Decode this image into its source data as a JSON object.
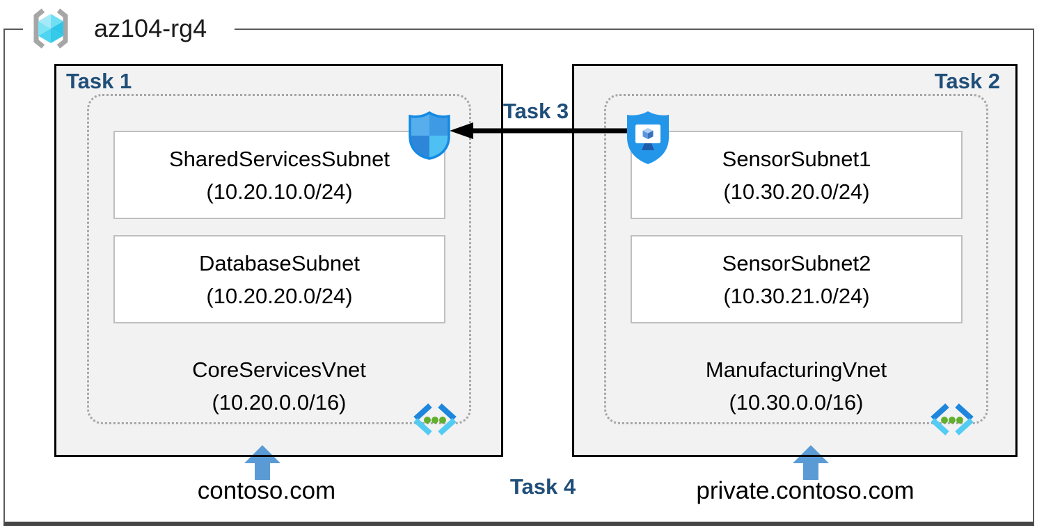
{
  "resource_group": {
    "name": "az104-rg4"
  },
  "vnets": [
    {
      "task_label": "Task 1",
      "name": "CoreServicesVnet",
      "cidr": "(10.20.0.0/16)",
      "dns_label": "contoso.com",
      "subnets": [
        {
          "name": "SharedServicesSubnet",
          "cidr": "(10.20.10.0/24)"
        },
        {
          "name": "DatabaseSubnet",
          "cidr": "(10.20.20.0/24)"
        }
      ]
    },
    {
      "task_label": "Task 2",
      "name": "ManufacturingVnet",
      "cidr": "(10.30.0.0/16)",
      "dns_label": "private.contoso.com",
      "subnets": [
        {
          "name": "SensorSubnet1",
          "cidr": "(10.30.20.0/24)"
        },
        {
          "name": "SensorSubnet2",
          "cidr": "(10.30.21.0/24)"
        }
      ]
    }
  ],
  "connection": {
    "label": "Task 3"
  },
  "dns": {
    "task_label": "Task 4"
  },
  "icons": {
    "resource_group": "resource-group-brackets-cube-icon",
    "nsg": "network-security-group-shield-icon",
    "bastion": "bastion-shield-monitor-icon",
    "vnet": "virtual-network-brackets-icon",
    "up_arrow": "blue-up-arrow",
    "peering_arrow": "black-left-arrow"
  },
  "colors": {
    "task_label": "#1F4E79",
    "box_fill": "#F2F2F2",
    "box_border": "#000000",
    "outer_border": "#595959",
    "dotted_border": "#A6A6A6",
    "subnet_border": "#BFBFBF",
    "up_arrow": "#5B9BD5",
    "cube_cyan": "#3CCBEA",
    "shield_blue": "#2496EA",
    "vnet_dot_green": "#62AE2E"
  }
}
